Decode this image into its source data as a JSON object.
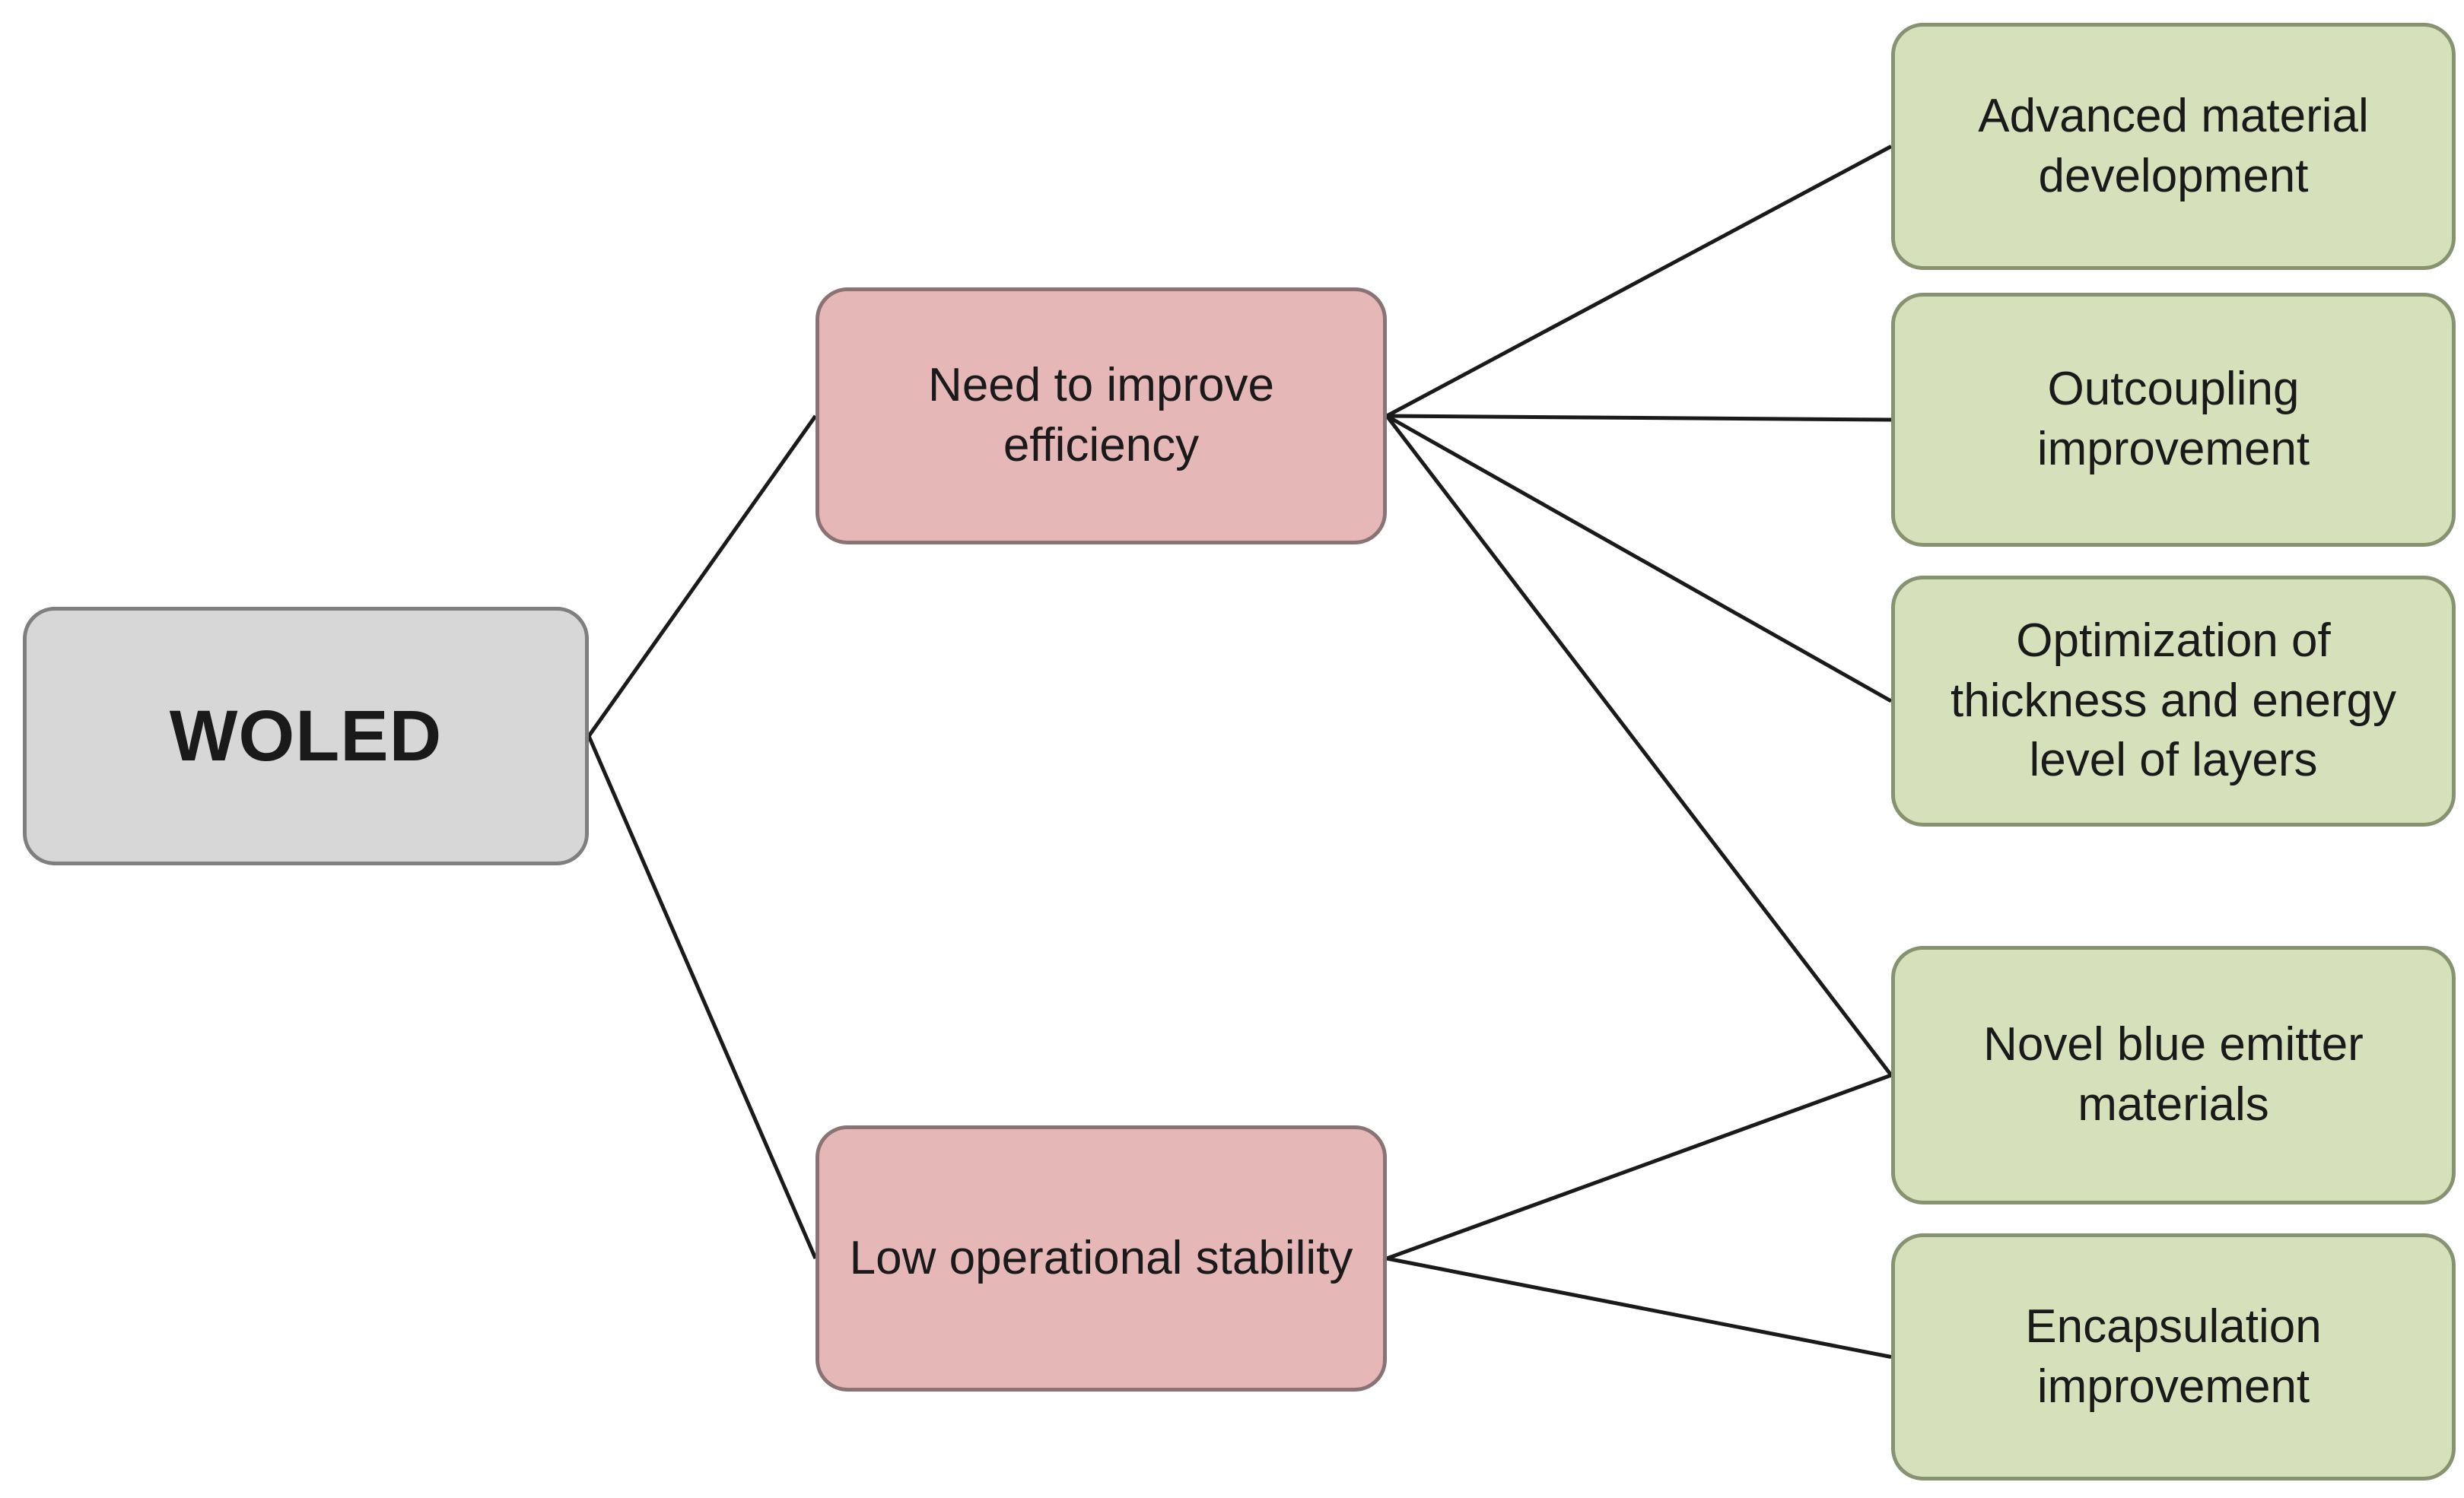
{
  "diagram": {
    "root": {
      "id": "root",
      "label": "WOLED"
    },
    "problems": [
      {
        "id": "p1",
        "label": "Need to improve efficiency"
      },
      {
        "id": "p2",
        "label": "Low operational stability"
      }
    ],
    "solutions": [
      {
        "id": "g1",
        "label": "Advanced material development"
      },
      {
        "id": "g2",
        "label": "Outcoupling improvement"
      },
      {
        "id": "g3",
        "label": "Optimization of thickness and energy level of layers"
      },
      {
        "id": "g4",
        "label": "Novel blue emitter materials"
      },
      {
        "id": "g5",
        "label": "Encapsulation improvement"
      }
    ],
    "edges": [
      {
        "from": "root",
        "to": "p1"
      },
      {
        "from": "root",
        "to": "p2"
      },
      {
        "from": "p1",
        "to": "g1"
      },
      {
        "from": "p1",
        "to": "g2"
      },
      {
        "from": "p1",
        "to": "g3"
      },
      {
        "from": "p1",
        "to": "g4"
      },
      {
        "from": "p2",
        "to": "g4"
      },
      {
        "from": "p2",
        "to": "g5"
      }
    ]
  },
  "colors": {
    "background": "#ffffff",
    "root_fill": "#d7d7d7",
    "root_border": "#7f7f7f",
    "problem_fill": "#e5b8b7",
    "problem_border": "#8a7374",
    "solution_fill": "#d6e0bb",
    "solution_border": "#879271",
    "connector": "#1a1a1a",
    "text": "#1a1a1a"
  }
}
